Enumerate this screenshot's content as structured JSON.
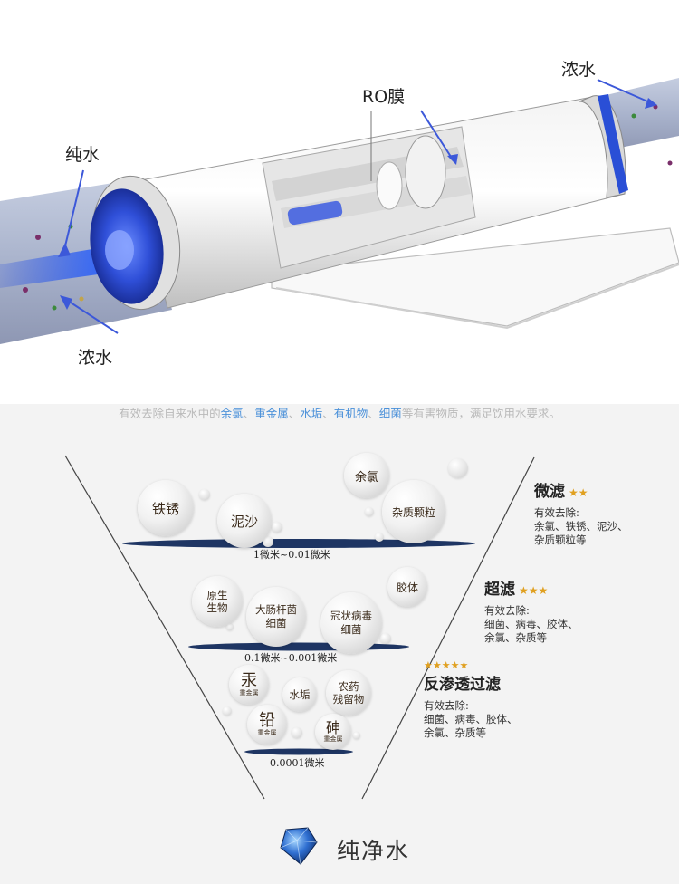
{
  "top_labels": {
    "ro_membrane": "RO膜",
    "concentrate_top": "浓水",
    "pure_water": "纯水",
    "concentrate_bottom": "浓水"
  },
  "description": {
    "prefix": "有效去除自来水中的",
    "h1": "余氯",
    "sep1": "、",
    "h2": "重金属",
    "sep2": "、",
    "h3": "水垢",
    "sep3": "、",
    "h4": "有机物",
    "sep4": "、",
    "h5": "细菌",
    "suffix": "等有害物质，满足饮用水要求。"
  },
  "stages": [
    {
      "title": "微滤",
      "stars": "★★",
      "sub1": "有效去除:",
      "sub2": "余氯、铁锈、泥沙、",
      "sub3": "杂质颗粒等"
    },
    {
      "title": "超滤",
      "stars": "★★★",
      "sub1": "有效去除:",
      "sub2": "细菌、病毒、胶体、",
      "sub3": "余氯、杂质等"
    },
    {
      "title": "反渗透过滤",
      "stars": "★★★★★",
      "sub1": "有效去除:",
      "sub2": "细菌、病毒、胶体、",
      "sub3": "余氯、杂质等"
    }
  ],
  "bubbles": {
    "tiexiu": "铁锈",
    "nisha": "泥沙",
    "yulv": "余氯",
    "zazhi": "杂质颗粒",
    "yuansheng": "原生生物",
    "dachang1": "大肠杆菌",
    "dachang2": "细菌",
    "jiaoti": "胶体",
    "guanzhuang1": "冠状病毒",
    "guanzhuang2": "细菌",
    "gong": "汞",
    "gong_sub": "重金属",
    "shuigou": "水垢",
    "nongyao1": "农药",
    "nongyao2": "残留物",
    "qian": "铅",
    "qian_sub": "重金属",
    "shen": "砷",
    "shen_sub": "重金属"
  },
  "pore_sizes": {
    "micro": "1微米~0.01微米",
    "ultra": "0.1微米~0.001微米",
    "ro": "0.0001微米"
  },
  "result": "纯净水",
  "colors": {
    "pipe_blue": "#2a4fd6",
    "membrane_band": "#1e3563",
    "highlight_text": "#4a90d9",
    "star": "#e0a020"
  }
}
